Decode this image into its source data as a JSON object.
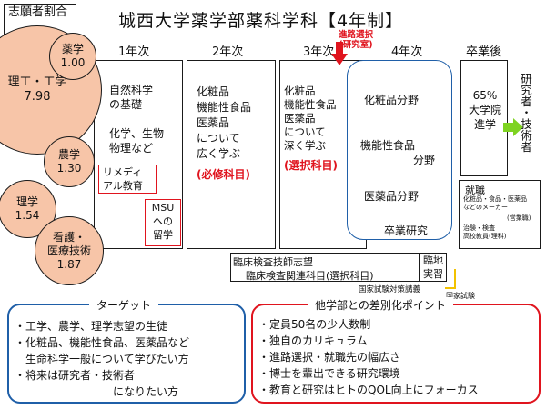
{
  "corner_label": "志願者割合",
  "title": "城西大学薬学部薬科学科【4年制】",
  "bubbles": [
    {
      "name": "薬学",
      "value": "1.00"
    },
    {
      "name": "理工・工学",
      "value": "7.98"
    },
    {
      "name": "農学",
      "value": "1.30"
    },
    {
      "name": "理学",
      "value": "1.54"
    },
    {
      "name": "看護・\n医療技術",
      "value": "1.87"
    }
  ],
  "years": {
    "y1": "1年次",
    "y2": "2年次",
    "y3": "3年次",
    "y4": "4年次",
    "grad": "卒業後"
  },
  "year1": {
    "text": "自然科学\nの基礎\n\n化学、生物\n物理など",
    "remedial": "リメディ\nアル教育",
    "msu": "MSU\nへの\n留学"
  },
  "year2": {
    "text": "化粧品\n機能性食品\n医薬品\nについて\n広く学ぶ",
    "required": "(必修科目)"
  },
  "year3": {
    "arrow_label": "進路選択\n(研究室)",
    "text": "化粧品\n機能性食品\n医薬品\nについて\n深く学ぶ",
    "elective": "(選択科目)"
  },
  "year4": {
    "field1": "化粧品分野",
    "field2a": "機能性食品",
    "field2b": "分野",
    "field3": "医薬品分野",
    "thesis": "卒業研究"
  },
  "grad": {
    "grad_school": "65%\n大学院\n進学",
    "career": "研究者・技術者"
  },
  "employment": {
    "title": "就職",
    "l1": "化粧品・食品・医薬品\nなどのメーカー",
    "l1_note": "(営業職)",
    "l2": "治験・検査\n高校教員(理科)"
  },
  "clinical": {
    "line1": "臨床検査技師志望",
    "line2": "臨床検査関連科目(選択科目)",
    "practice": "臨地\n実習",
    "exam_course": "国家試験対策講義",
    "exam": "国家試験"
  },
  "target": {
    "title": "ターゲット",
    "items": [
      "・工学、農学、理学志望の生徒",
      "・化粧品、機能性食品、医薬品など\n　生命科学一般について学びたい方",
      "・将来は研究者・技術者\n　　　　　　　　　になりたい方"
    ]
  },
  "diff": {
    "title": "他学部との差別化ポイント",
    "items": [
      "・定員50名の少人数制",
      "・独自のカリキュラム",
      "・進路選択・就職先の幅広さ",
      "・博士を輩出できる研究環境",
      "・教育と研究はヒトのQOL向上にフォーカス"
    ]
  },
  "colors": {
    "bubble": "#f7c5a8",
    "red": "#e0141e",
    "blue_outline": "#1f5fa8",
    "arrow_green": "#7ed321",
    "exam_yellow": "#f2c200"
  }
}
